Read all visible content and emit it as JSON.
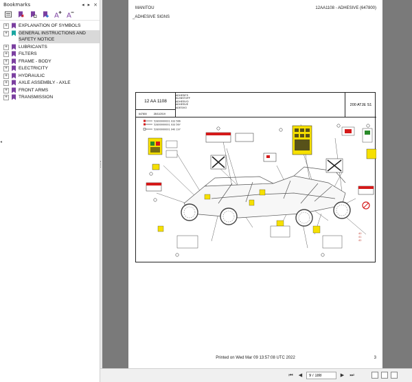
{
  "panel": {
    "title": "Bookmarks",
    "controls": [
      "◂",
      "▸",
      "×"
    ],
    "toolbar_icons": [
      "bookmark-options-icon",
      "bookmark-delete-icon",
      "bookmark-new-icon",
      "bookmark-add-icon",
      "text-larger-icon",
      "text-smaller-icon"
    ]
  },
  "bookmarks": [
    {
      "label": "EXPLANATION OF SYMBOLS",
      "color": "#7b3fa0"
    },
    {
      "label": "GENERAL INSTRUCTIONS AND SAFETY NOTICE",
      "color": "#1aa6a0",
      "selected": true
    },
    {
      "label": "LUBRICANTS",
      "color": "#7b3fa0"
    },
    {
      "label": "FILTERS",
      "color": "#7b3fa0"
    },
    {
      "label": "FRAME - BODY",
      "color": "#7b3fa0"
    },
    {
      "label": "ELECTRICITY",
      "color": "#7b3fa0"
    },
    {
      "label": "HYDRAULIC",
      "color": "#7b3fa0"
    },
    {
      "label": "AXLE ASSEMBLY - AXLE",
      "color": "#7b3fa0"
    },
    {
      "label": "FRONT ARMS",
      "color": "#7b3fa0"
    },
    {
      "label": "TRANSMISSION",
      "color": "#7b3fa0"
    }
  ],
  "page": {
    "brand": "MANITOU",
    "doc_ref": "12AA1108 - ADHESIVE (647800)",
    "section": "_ADHESIVE SIGNS",
    "footer": "Printed on   Wed Mar 09 13:57:08 UTC 2022",
    "page_number": "3",
    "titleblock": {
      "code": "12 AA 1108",
      "names": [
        "ADHESIFS",
        "KLEBSTOFF",
        "ADHESIVO",
        "ADHESIVE",
        "ADESIVO"
      ],
      "ref": "647800",
      "date": "28/11/2019",
      "model": "200 ATJE S1"
    },
    "legend": [
      "52800000001 033 566",
      "52800000001 033 567",
      "52800000001 040 197"
    ]
  },
  "nav": {
    "page_value": "9 / 188",
    "first": "⏮",
    "prev": "◀",
    "next": "▶",
    "last": "⏭"
  },
  "colors": {
    "panel_bg": "#ffffff",
    "viewer_bg": "#7a7a7a",
    "decal_yellow": "#f6e000",
    "decal_red": "#d41a1a",
    "bookmark_purple": "#7b3fa0",
    "bookmark_teal": "#1aa6a0"
  }
}
